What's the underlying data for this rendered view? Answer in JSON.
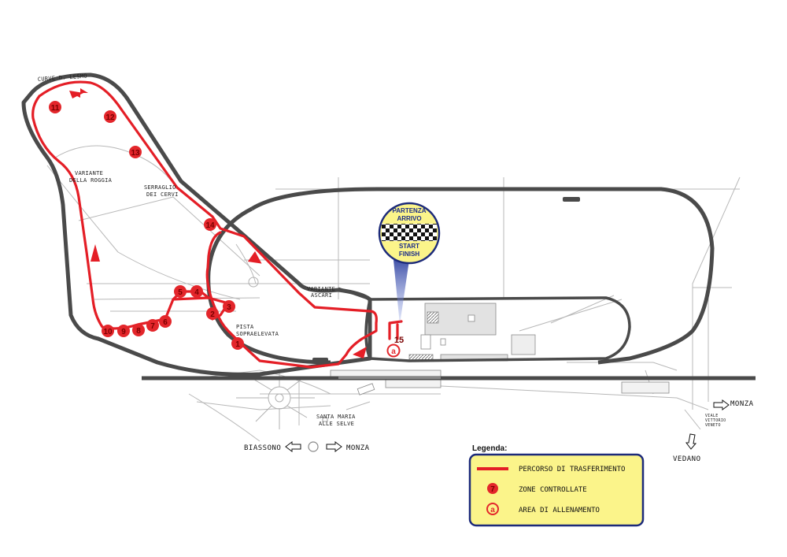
{
  "map": {
    "place_labels": {
      "curve_lesmo": "CURVE D. LESMO",
      "variante_roggia_1": "VARIANTE",
      "variante_roggia_2": "DELLA ROGGIA",
      "serraglio_1": "SERRAGLIO",
      "serraglio_2": "DEI CERVI",
      "variante_ascari_1": "VARIANTE",
      "variante_ascari_2": "ASCARI",
      "pista_1": "PISTA",
      "pista_2": "SOPRAELEVATA",
      "santa_maria_1": "SANTA MARIA",
      "santa_maria_2": "ALLE SELVE",
      "viale_1": "VIALE",
      "viale_2": "VITTORIO",
      "viale_3": "VENETO"
    },
    "directions": {
      "biassono": "BIASSONO",
      "monza_center": "MONZA",
      "monza_right": "MONZA",
      "vedano": "VEDANO"
    },
    "start_finish": {
      "line1": "PARTENZA",
      "line2": "ARRIVO",
      "line3": "START",
      "line4": "FINISH"
    },
    "zones": [
      "1",
      "2",
      "3",
      "4",
      "5",
      "6",
      "7",
      "8",
      "9",
      "10",
      "11",
      "12",
      "13",
      "14",
      "15"
    ],
    "training_area": "a",
    "colors": {
      "route": "#e41e26",
      "zone_fill": "#e3262b",
      "track": "#4a4a4a",
      "legend_bg": "#fbf48a",
      "legend_border": "#1c2a7a",
      "badge_border": "#1c2a7a",
      "badge_bg": "#fbf48a"
    }
  },
  "legend": {
    "title": "Legenda:",
    "items": [
      {
        "symbol": "route-line",
        "label": "PERCORSO DI TRASFERIMENTO"
      },
      {
        "symbol": "zone-circle",
        "sample": "7",
        "label": "ZONE CONTROLLATE"
      },
      {
        "symbol": "training-circle",
        "sample": "a",
        "label": "AREA DI ALLENAMENTO"
      }
    ]
  }
}
